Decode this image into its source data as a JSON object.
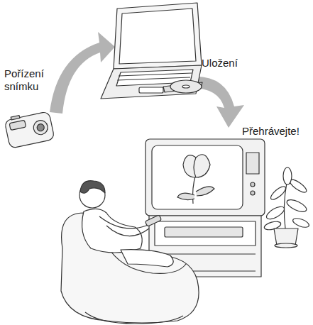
{
  "diagram": {
    "labels": [
      "Pořízení snímku",
      "Uložení",
      "Přehrávejte!"
    ]
  }
}
